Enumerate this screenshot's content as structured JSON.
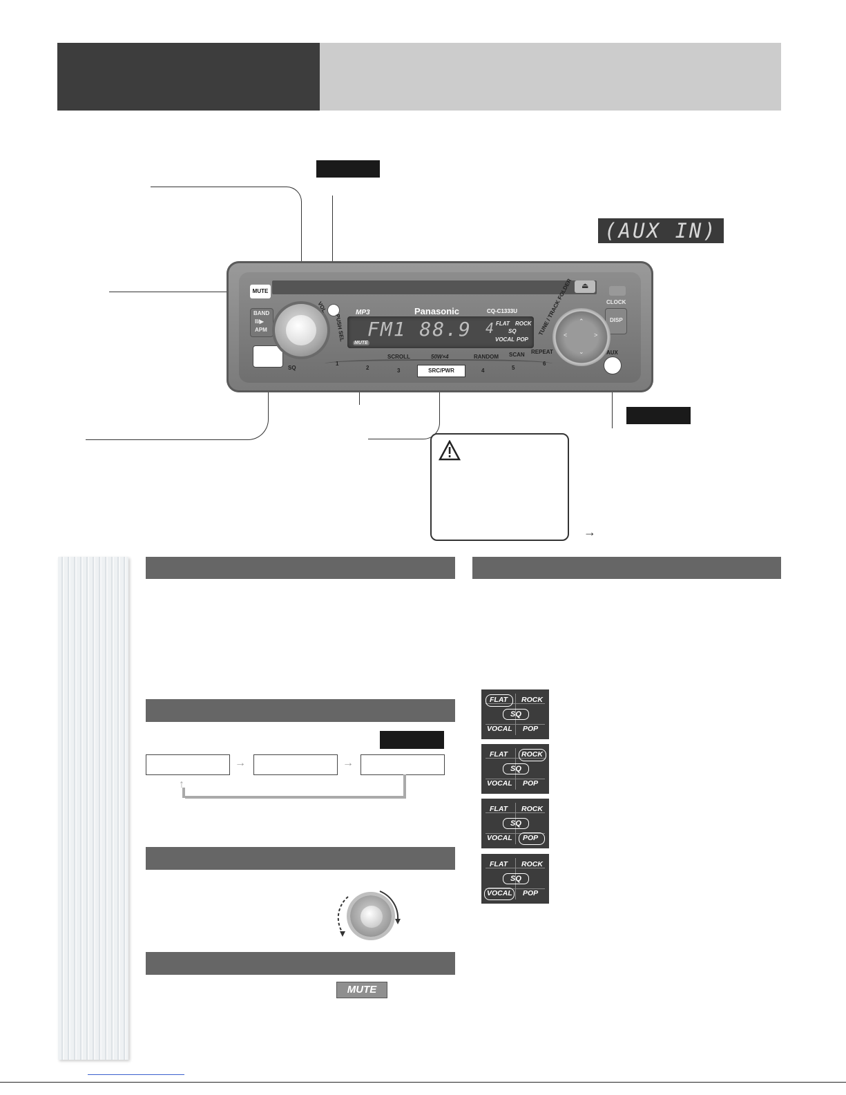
{
  "header": {
    "dark_panel": "",
    "light_panel": ""
  },
  "display_readout": {
    "aux_in": "(AUX IN)"
  },
  "stereo": {
    "brand": "Panasonic",
    "model": "CQ-C1333U",
    "mp3_label": "MP3",
    "lcd_frequency": "FM1  88.9",
    "lcd_preset": "4",
    "lcd_mute_indicator": "MUTE",
    "buttons": {
      "mute": "MUTE",
      "band": "BAND",
      "band_sub": "II/▶",
      "apm": "APM",
      "sq": "SQ",
      "clock": "CLOCK",
      "disp": "DISP",
      "aux": "AUX",
      "src_pwr": "SRC/PWR",
      "vol_label": "VOL",
      "push_sel": "PUSH SEL",
      "tune_track_folder": "TUNE / TRACK  FOLDER",
      "presets": [
        "1",
        "2",
        "3",
        "4",
        "5",
        "6"
      ],
      "preset_labels": [
        "SCROLL",
        "50W×4",
        "RANDOM",
        "SCAN",
        "REPEAT"
      ]
    },
    "sq_indicator": [
      "FLAT",
      "ROCK",
      "SQ",
      "VOCAL",
      "POP"
    ]
  },
  "warning_box": {
    "icon": "warning-triangle-icon"
  },
  "more_arrow": "→",
  "sections": {
    "power_flow": {
      "loop_arrow": "↑"
    }
  },
  "sq_modes": [
    {
      "selected": "FLAT",
      "labels": {
        "flat": "FLAT",
        "rock": "ROCK",
        "sq": "SQ",
        "vocal": "VOCAL",
        "pop": "POP"
      }
    },
    {
      "selected": "ROCK",
      "labels": {
        "flat": "FLAT",
        "rock": "ROCK",
        "sq": "SQ",
        "vocal": "VOCAL",
        "pop": "POP"
      }
    },
    {
      "selected": "POP",
      "labels": {
        "flat": "FLAT",
        "rock": "ROCK",
        "sq": "SQ",
        "vocal": "VOCAL",
        "pop": "POP"
      }
    },
    {
      "selected": "VOCAL",
      "labels": {
        "flat": "FLAT",
        "rock": "ROCK",
        "sq": "SQ",
        "vocal": "VOCAL",
        "pop": "POP"
      }
    }
  ],
  "mute_badge": "MUTE",
  "colors": {
    "header_dark": "#3d3d3d",
    "header_light": "#cccccc",
    "section_bar": "#666666",
    "tile": "#3c3c3c"
  }
}
